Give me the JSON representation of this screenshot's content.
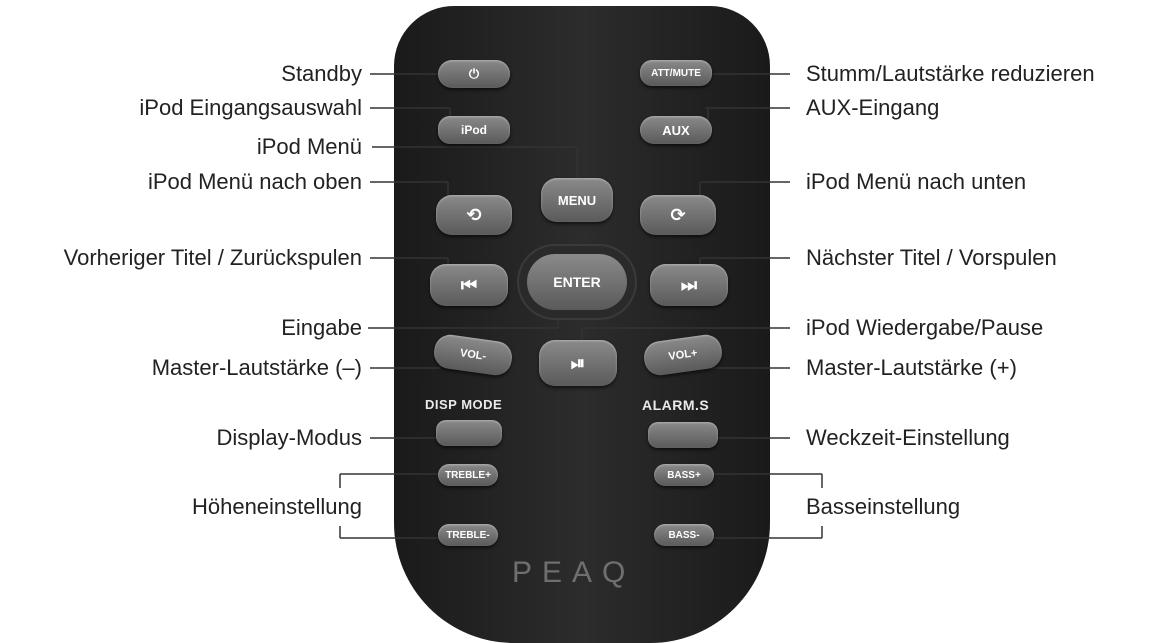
{
  "left_labels": {
    "standby": "Standby",
    "ipod_input": "iPod Eingangsauswahl",
    "ipod_menu": "iPod Menü",
    "menu_up": "iPod Menü nach oben",
    "prev_track": "Vorheriger Titel / Zurückspulen",
    "enter": "Eingabe",
    "vol_minus": "Master-Lautstärke (–)",
    "display_mode": "Display-Modus",
    "treble": "Höheneinstellung"
  },
  "right_labels": {
    "mute": "Stumm/Lautstärke reduzieren",
    "aux_input": "AUX-Eingang",
    "menu_down": "iPod Menü nach unten",
    "next_track": "Nächster Titel / Vorspulen",
    "play_pause": "iPod Wiedergabe/Pause",
    "vol_plus": "Master-Lautstärke (+)",
    "alarm_set": "Weckzeit-Einstellung",
    "bass": "Basseinstellung"
  },
  "buttons": {
    "power": "⏻",
    "att_mute": "ATT/MUTE",
    "ipod": "iPod",
    "aux": "AUX",
    "menu": "MENU",
    "up": "⟲",
    "down": "⟳",
    "prev": "⏮",
    "enter": "ENTER",
    "next": "⏭",
    "vol_minus": "VOL-",
    "play_pause": "⏯",
    "vol_plus": "VOL+",
    "treble_plus": "TREBLE+",
    "treble_minus": "TREBLE-",
    "bass_plus": "BASS+",
    "bass_minus": "BASS-"
  },
  "silkscreen": {
    "disp_mode": "DISP MODE",
    "alarm_s": "ALARM.S"
  },
  "brand": "PEAQ",
  "colors": {
    "remote_body": "#222222",
    "button": "#707070",
    "label_text": "#222222"
  }
}
